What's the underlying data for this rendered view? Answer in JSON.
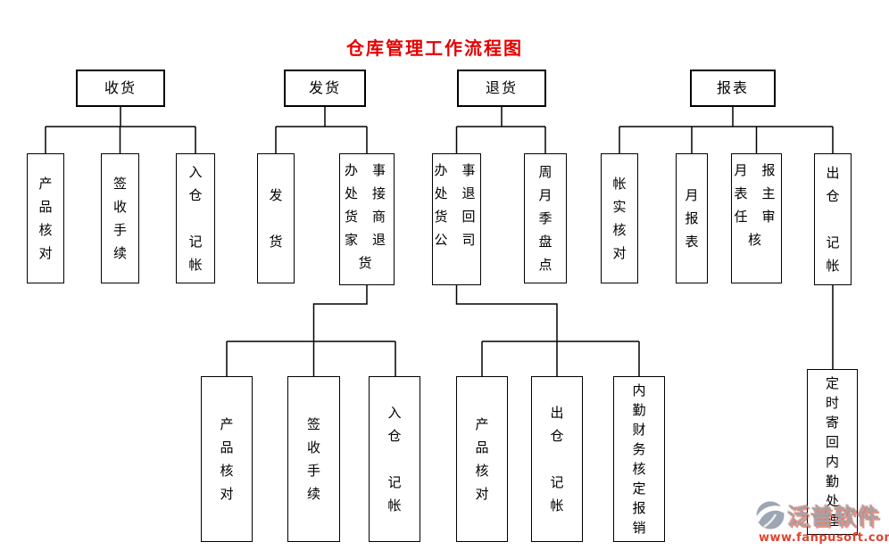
{
  "title": {
    "text": "仓库管理工作流程图"
  },
  "colors": {
    "title": "#e60000",
    "line": "#000000",
    "box_border": "#000000",
    "watermark_brand": "#a8a2a4",
    "watermark_url": "#e0442e",
    "watermark_logo": "#929cab"
  },
  "nodes": {
    "receive": {
      "label": "收货"
    },
    "ship": {
      "label": "发货"
    },
    "return": {
      "label": "退货"
    },
    "report": {
      "label": "报表"
    },
    "receive_c1": {
      "text": "产\n品\n核\n对"
    },
    "receive_c2": {
      "text": "签\n收\n手\n续"
    },
    "receive_c3": {
      "text": "入\n仓\n\n记\n帐"
    },
    "ship_c1": {
      "text": "发\n\n货"
    },
    "ship_c2": {
      "text": "办事\n处接\n货商\n家退\n货"
    },
    "return_c1": {
      "text": "办事\n处退\n货回\n公司"
    },
    "return_c2": {
      "text": "周\n月\n季\n盘\n点"
    },
    "report_c1": {
      "text": "帐\n实\n核\n对"
    },
    "report_c2": {
      "text": "月\n报\n表"
    },
    "report_c3": {
      "text": "月报\n表主\n任审\n核"
    },
    "report_c4": {
      "text": "出\n仓\n\n记\n帐"
    },
    "ship_g1": {
      "text": "产\n品\n核\n对"
    },
    "ship_g2": {
      "text": "签\n收\n手\n续"
    },
    "ship_g3": {
      "text": "入\n仓\n\n记\n帐"
    },
    "return_g1": {
      "text": "产\n品\n核\n对"
    },
    "return_g2": {
      "text": "出\n仓\n\n记\n帐"
    },
    "return_g3": {
      "text": "内\n勤\n财\n务\n核\n定\n报\n销"
    },
    "report_g1": {
      "text": "定\n时\n寄\n回\n内\n勤\n处\n理"
    }
  },
  "watermark": {
    "brand": "泛普软件",
    "url": "www.fanpusoft.com",
    "logo_icon": "swoosh-circle-icon"
  }
}
